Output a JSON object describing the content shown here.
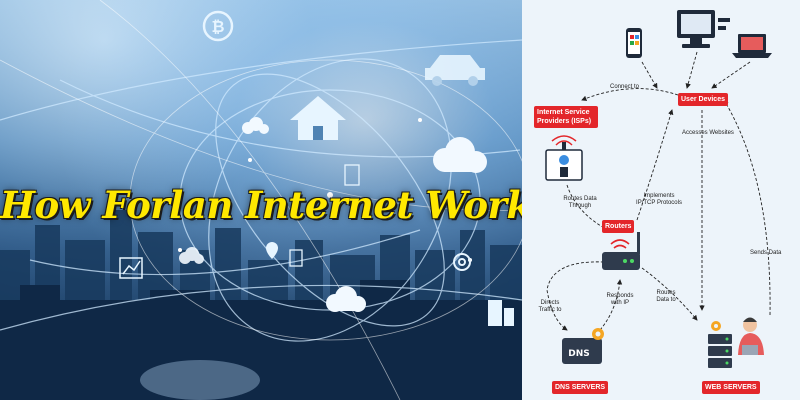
{
  "banner": {
    "title": "How Forlan Internet Works"
  },
  "diagram": {
    "nodes": {
      "user_devices": "User Devices",
      "isp": "Internet Service Providers (ISPs)",
      "routers": "Routers",
      "dns": "DNS SERVERS",
      "web": "WEB SERVERS"
    },
    "edges": {
      "connect_to": "Connect to",
      "accesses_websites": "Accesses Websites",
      "routes_data_through": "Routes Data Through",
      "implements_ip_tcp": "Implements IP/TCP Protocols",
      "sends_data": "Sends Data",
      "directs_traffic": "Directs Traffic to",
      "responds_with_ip": "Responds with IP",
      "routes_data_to": "Routes Data to"
    },
    "icons": {
      "dns_glyph": "DNS"
    }
  },
  "colors": {
    "title_yellow": "#ffe800",
    "badge_red": "#e3262a",
    "diagram_bg": "#edf4fa"
  }
}
